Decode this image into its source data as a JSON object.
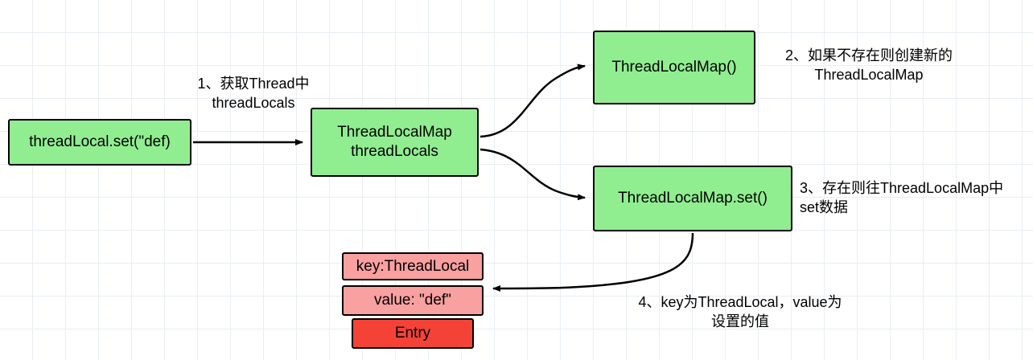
{
  "diagram": {
    "title": "ThreadLocal set flow",
    "colors": {
      "green": "#90ee90",
      "pink": "#f9a0a0",
      "red": "#f44336",
      "border": "#000000",
      "grid": "#e8eef3",
      "background": "#ffffff"
    },
    "nodes": [
      {
        "id": "set",
        "text": "threadLocal.set(\"def)",
        "fill": "green"
      },
      {
        "id": "threadlocals",
        "text": "ThreadLocalMap\nthreadLocals",
        "fill": "green"
      },
      {
        "id": "map_ctor",
        "text": "ThreadLocalMap()",
        "fill": "green"
      },
      {
        "id": "map_set",
        "text": "ThreadLocalMap.set()",
        "fill": "green"
      },
      {
        "id": "key",
        "text": "key:ThreadLocal",
        "fill": "pink"
      },
      {
        "id": "value",
        "text": "value: \"def\"",
        "fill": "pink"
      },
      {
        "id": "entry",
        "text": "Entry",
        "fill": "red"
      }
    ],
    "labels": [
      {
        "id": "label1",
        "text": "1、获取Thread中\nthreadLocals"
      },
      {
        "id": "label2",
        "text": "2、如果不存在则创建新的\nThreadLocalMap"
      },
      {
        "id": "label3",
        "text": "3、存在则往ThreadLocalMap中\nset数据"
      },
      {
        "id": "label4",
        "text": "4、key为ThreadLocal，value为\n设置的值"
      }
    ]
  }
}
